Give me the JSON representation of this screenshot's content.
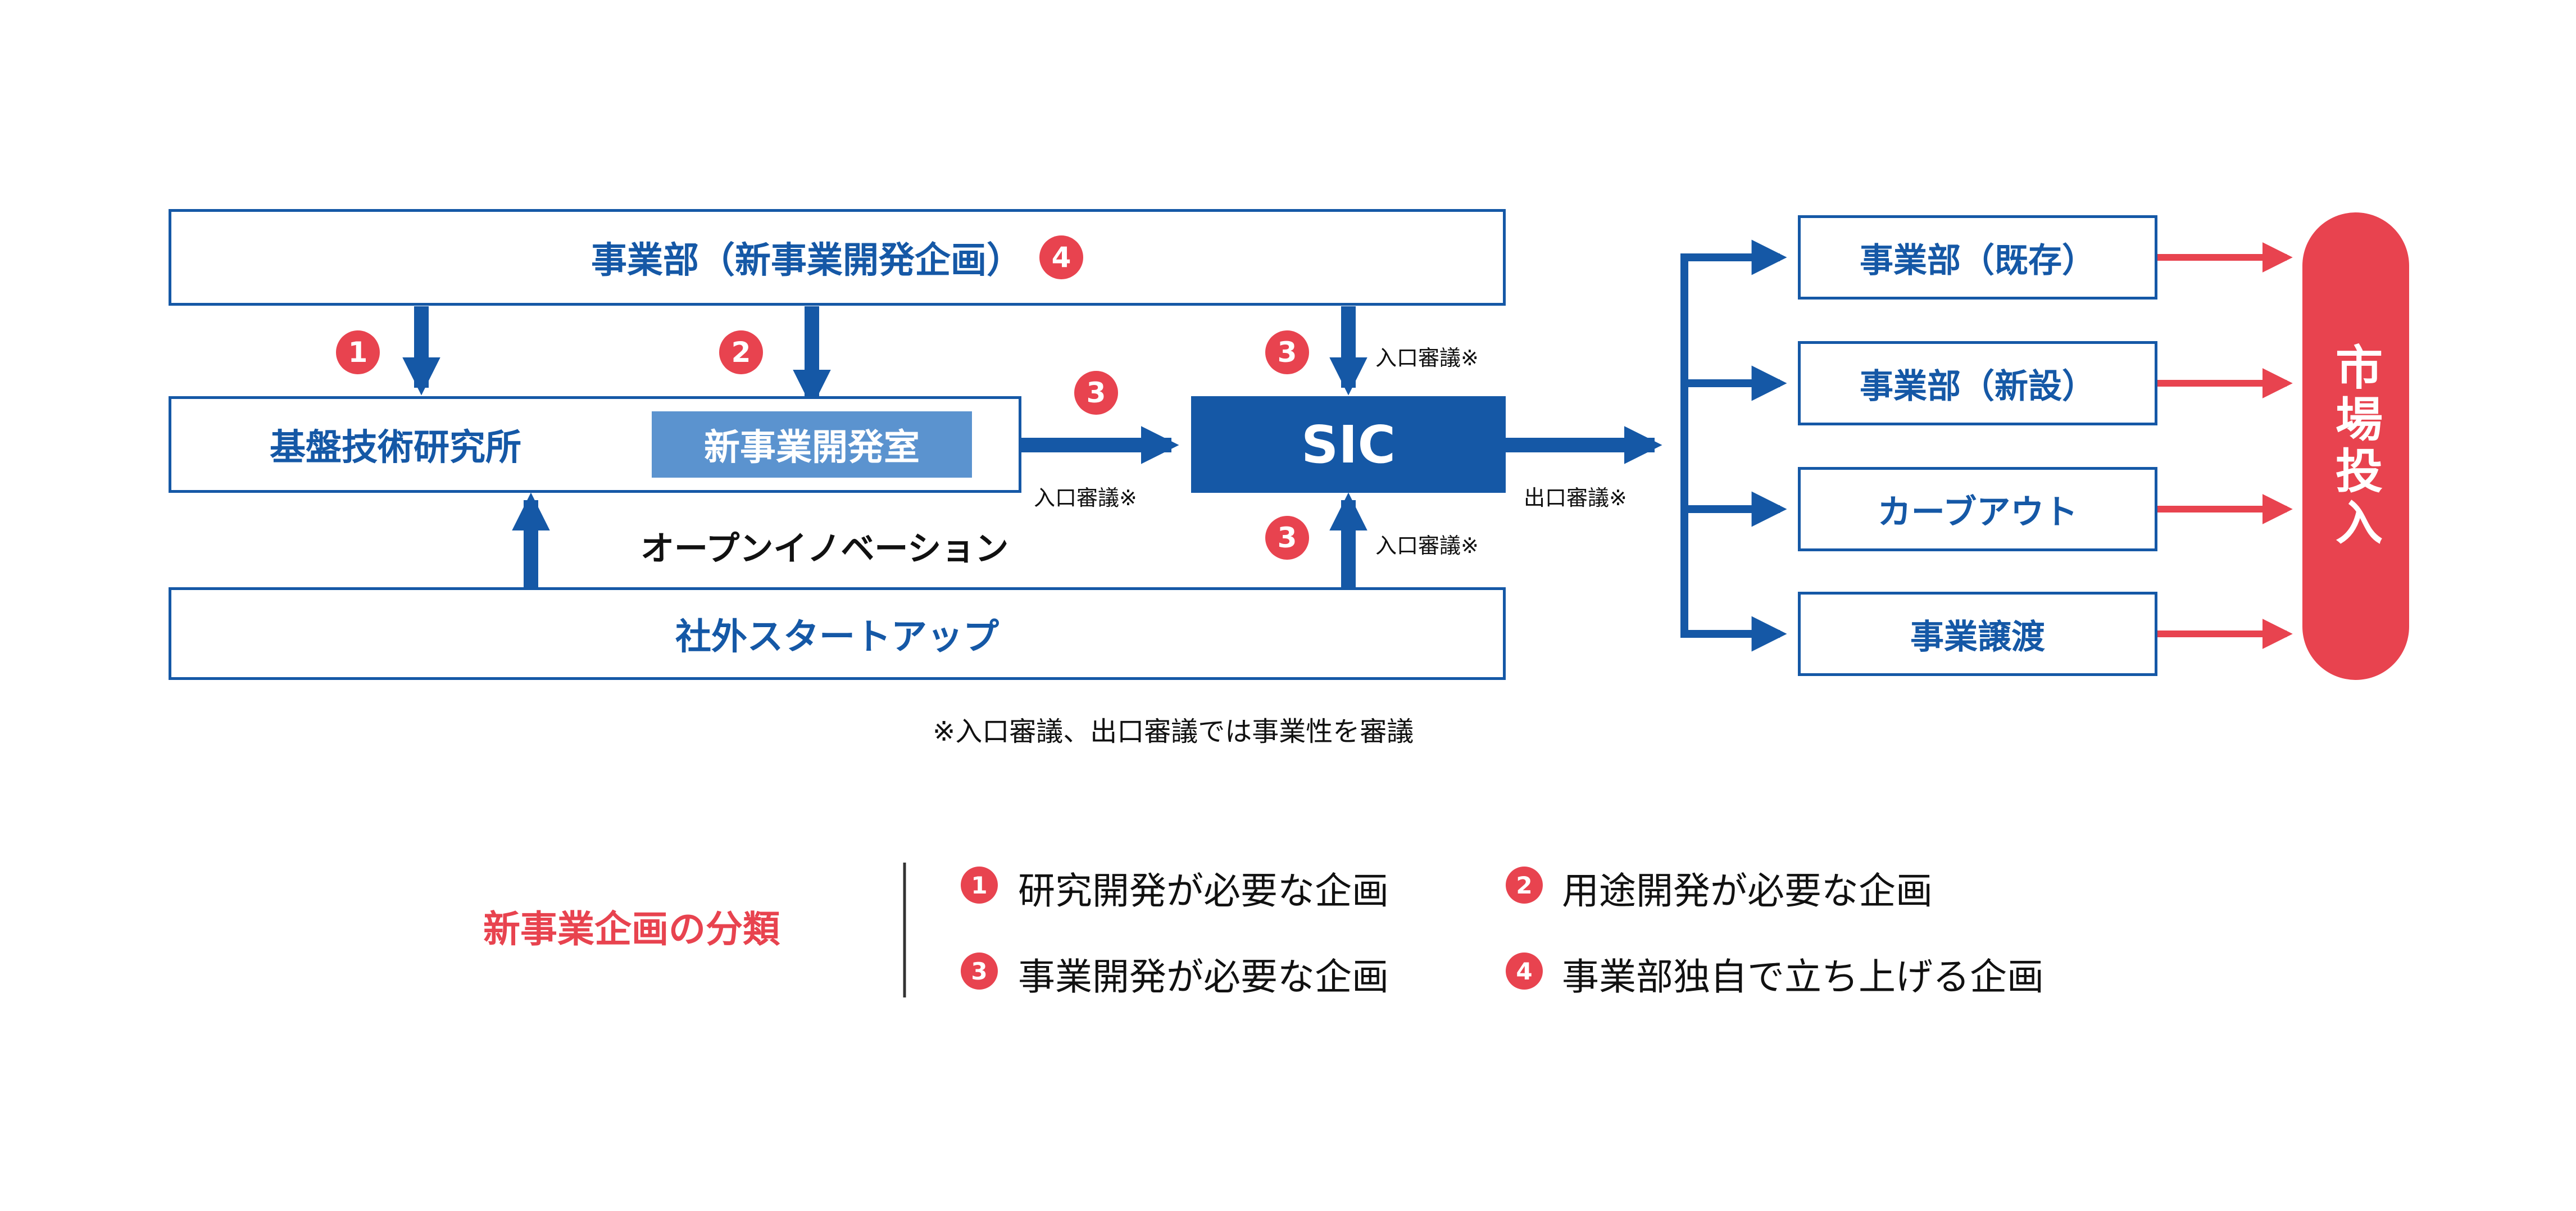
{
  "diagram": {
    "top_box": {
      "label": "事業部（新事業開発企画）",
      "badge": "4"
    },
    "lab_box": {
      "label": "基盤技術研究所",
      "sub_label": "新事業開発室"
    },
    "sic_box": {
      "label": "SIC"
    },
    "startup_box": {
      "label": "社外スタートアップ"
    },
    "open_innovation": "オープンイノベーション",
    "badges": {
      "b1": "1",
      "b2": "2",
      "b3_right": "3",
      "b3_top": "3",
      "b3_bottom": "3"
    },
    "review_labels": {
      "entry_top": "入口審議※",
      "entry_left": "入口審議※",
      "entry_bottom": "入口審議※",
      "exit": "出口審議※"
    },
    "footnote": "※入口審議、出口審議では事業性を審議",
    "outcomes": [
      {
        "label": "事業部（既存）"
      },
      {
        "label": "事業部（新設）"
      },
      {
        "label": "カーブアウト"
      },
      {
        "label": "事業譲渡"
      }
    ],
    "market": "市場投入"
  },
  "legend": {
    "title": "新事業企画の分類",
    "items": [
      {
        "num": "1",
        "text": "研究開発が必要な企画"
      },
      {
        "num": "2",
        "text": "用途開発が必要な企画"
      },
      {
        "num": "3",
        "text": "事業開発が必要な企画"
      },
      {
        "num": "4",
        "text": "事業部独自で立ち上げる企画"
      }
    ]
  },
  "colors": {
    "blue": "#1558a6",
    "light_blue": "#5b93cf",
    "red": "#e8434f"
  }
}
